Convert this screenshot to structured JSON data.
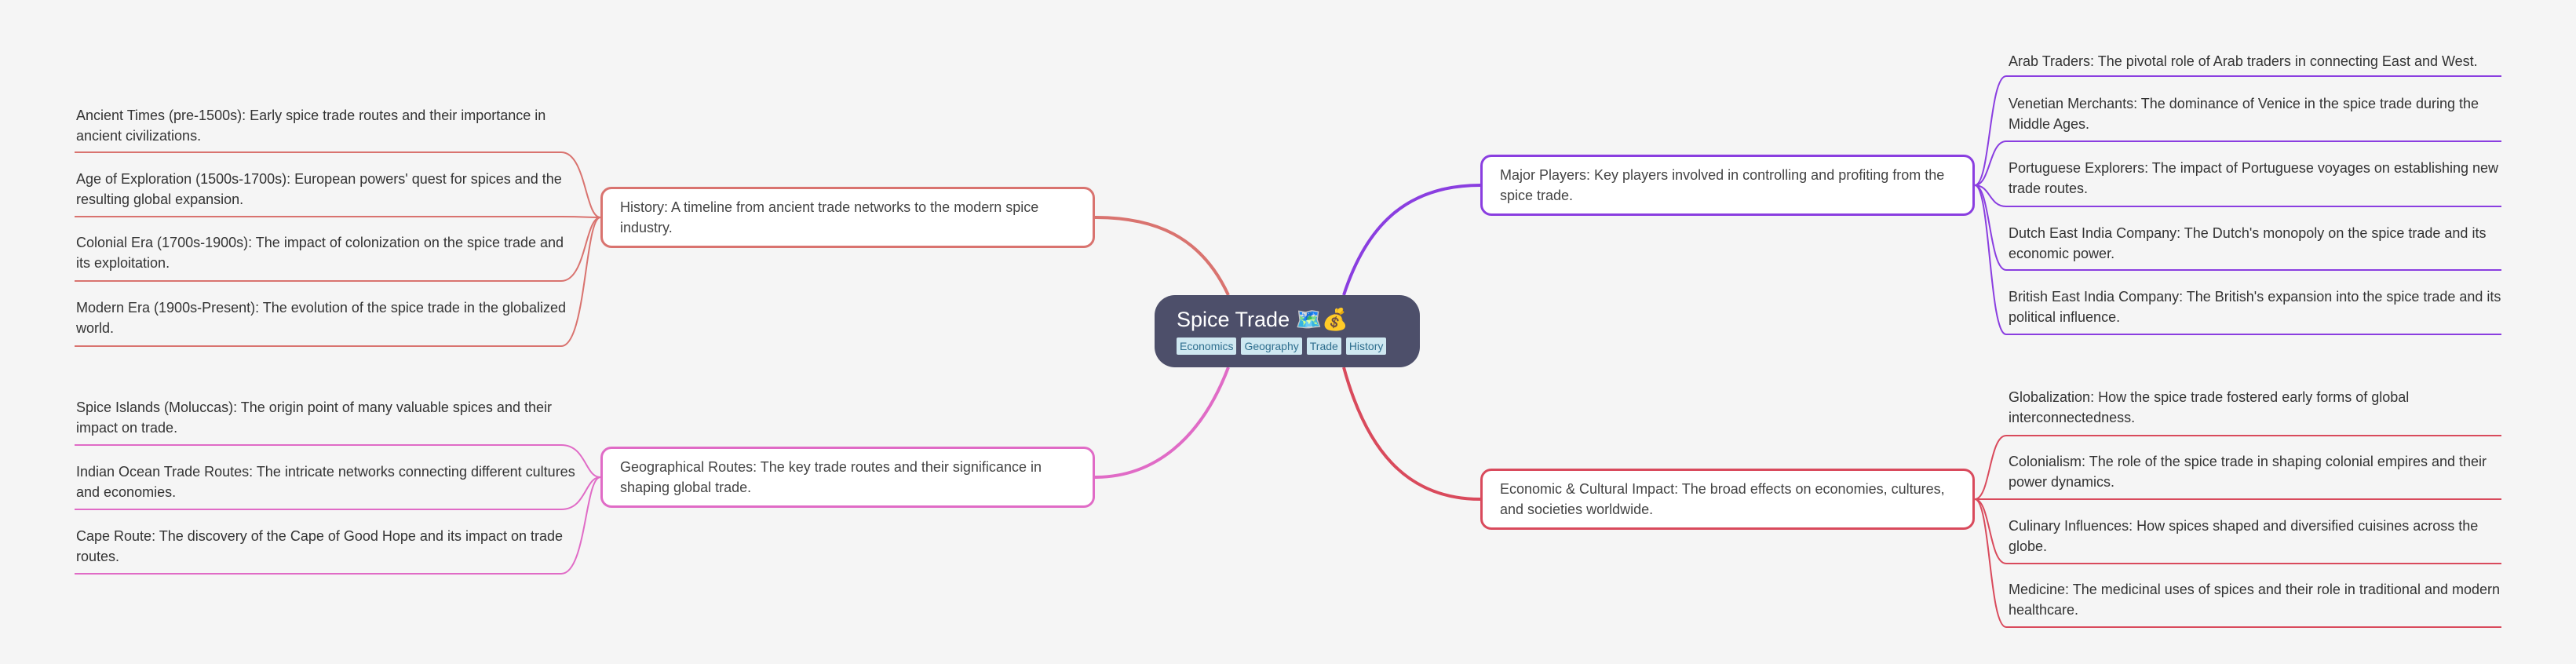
{
  "central": {
    "title": "Spice Trade 🗺️💰",
    "tags": [
      "Economics",
      "Geography",
      "Trade",
      "History"
    ]
  },
  "colors": {
    "background": "#f5f5f5",
    "central": "#4d4f6a",
    "history": "#d9736f",
    "geographical": "#e06bc6",
    "players": "#8a3ee0",
    "impact": "#d94a5c"
  },
  "topics": {
    "history": {
      "label": "History: A timeline from ancient trade networks to the modern spice industry.",
      "leaves": [
        "Ancient Times (pre-1500s): Early spice trade routes and their importance in ancient civilizations.",
        "Age of Exploration (1500s-1700s): European powers' quest for spices and the resulting global expansion.",
        "Colonial Era (1700s-1900s):  The impact of colonization on the spice trade and its exploitation.",
        "Modern Era (1900s-Present): The evolution of the spice trade in the globalized world."
      ]
    },
    "geographical": {
      "label": "Geographical Routes:  The key trade routes and their significance in shaping global trade.",
      "leaves": [
        "Spice Islands (Moluccas): The origin point of many valuable spices and their impact on trade.",
        "Indian Ocean Trade Routes: The intricate networks connecting different cultures and economies.",
        "Cape Route: The discovery of the Cape of Good Hope and its impact on trade routes."
      ]
    },
    "players": {
      "label": "Major Players: Key players involved in controlling and profiting from the spice trade.",
      "leaves": [
        "Arab Traders: The pivotal role of Arab traders in connecting East and West.",
        "Venetian Merchants: The dominance of Venice in the spice trade during the Middle Ages.",
        "Portuguese Explorers: The impact of Portuguese voyages on establishing new trade routes.",
        "Dutch East India Company: The Dutch's monopoly on the spice trade and its economic power.",
        "British East India Company: The British's expansion into the spice trade and its political influence."
      ]
    },
    "impact": {
      "label": "Economic & Cultural Impact: The broad effects on economies, cultures, and societies worldwide.",
      "leaves": [
        "Globalization: How the spice trade fostered early forms of global interconnectedness.",
        "Colonialism: The role of the spice trade in shaping colonial empires and their power dynamics.",
        "Culinary Influences: How spices shaped and diversified cuisines across the globe.",
        "Medicine: The medicinal uses of spices and their role in traditional and modern healthcare."
      ]
    }
  }
}
